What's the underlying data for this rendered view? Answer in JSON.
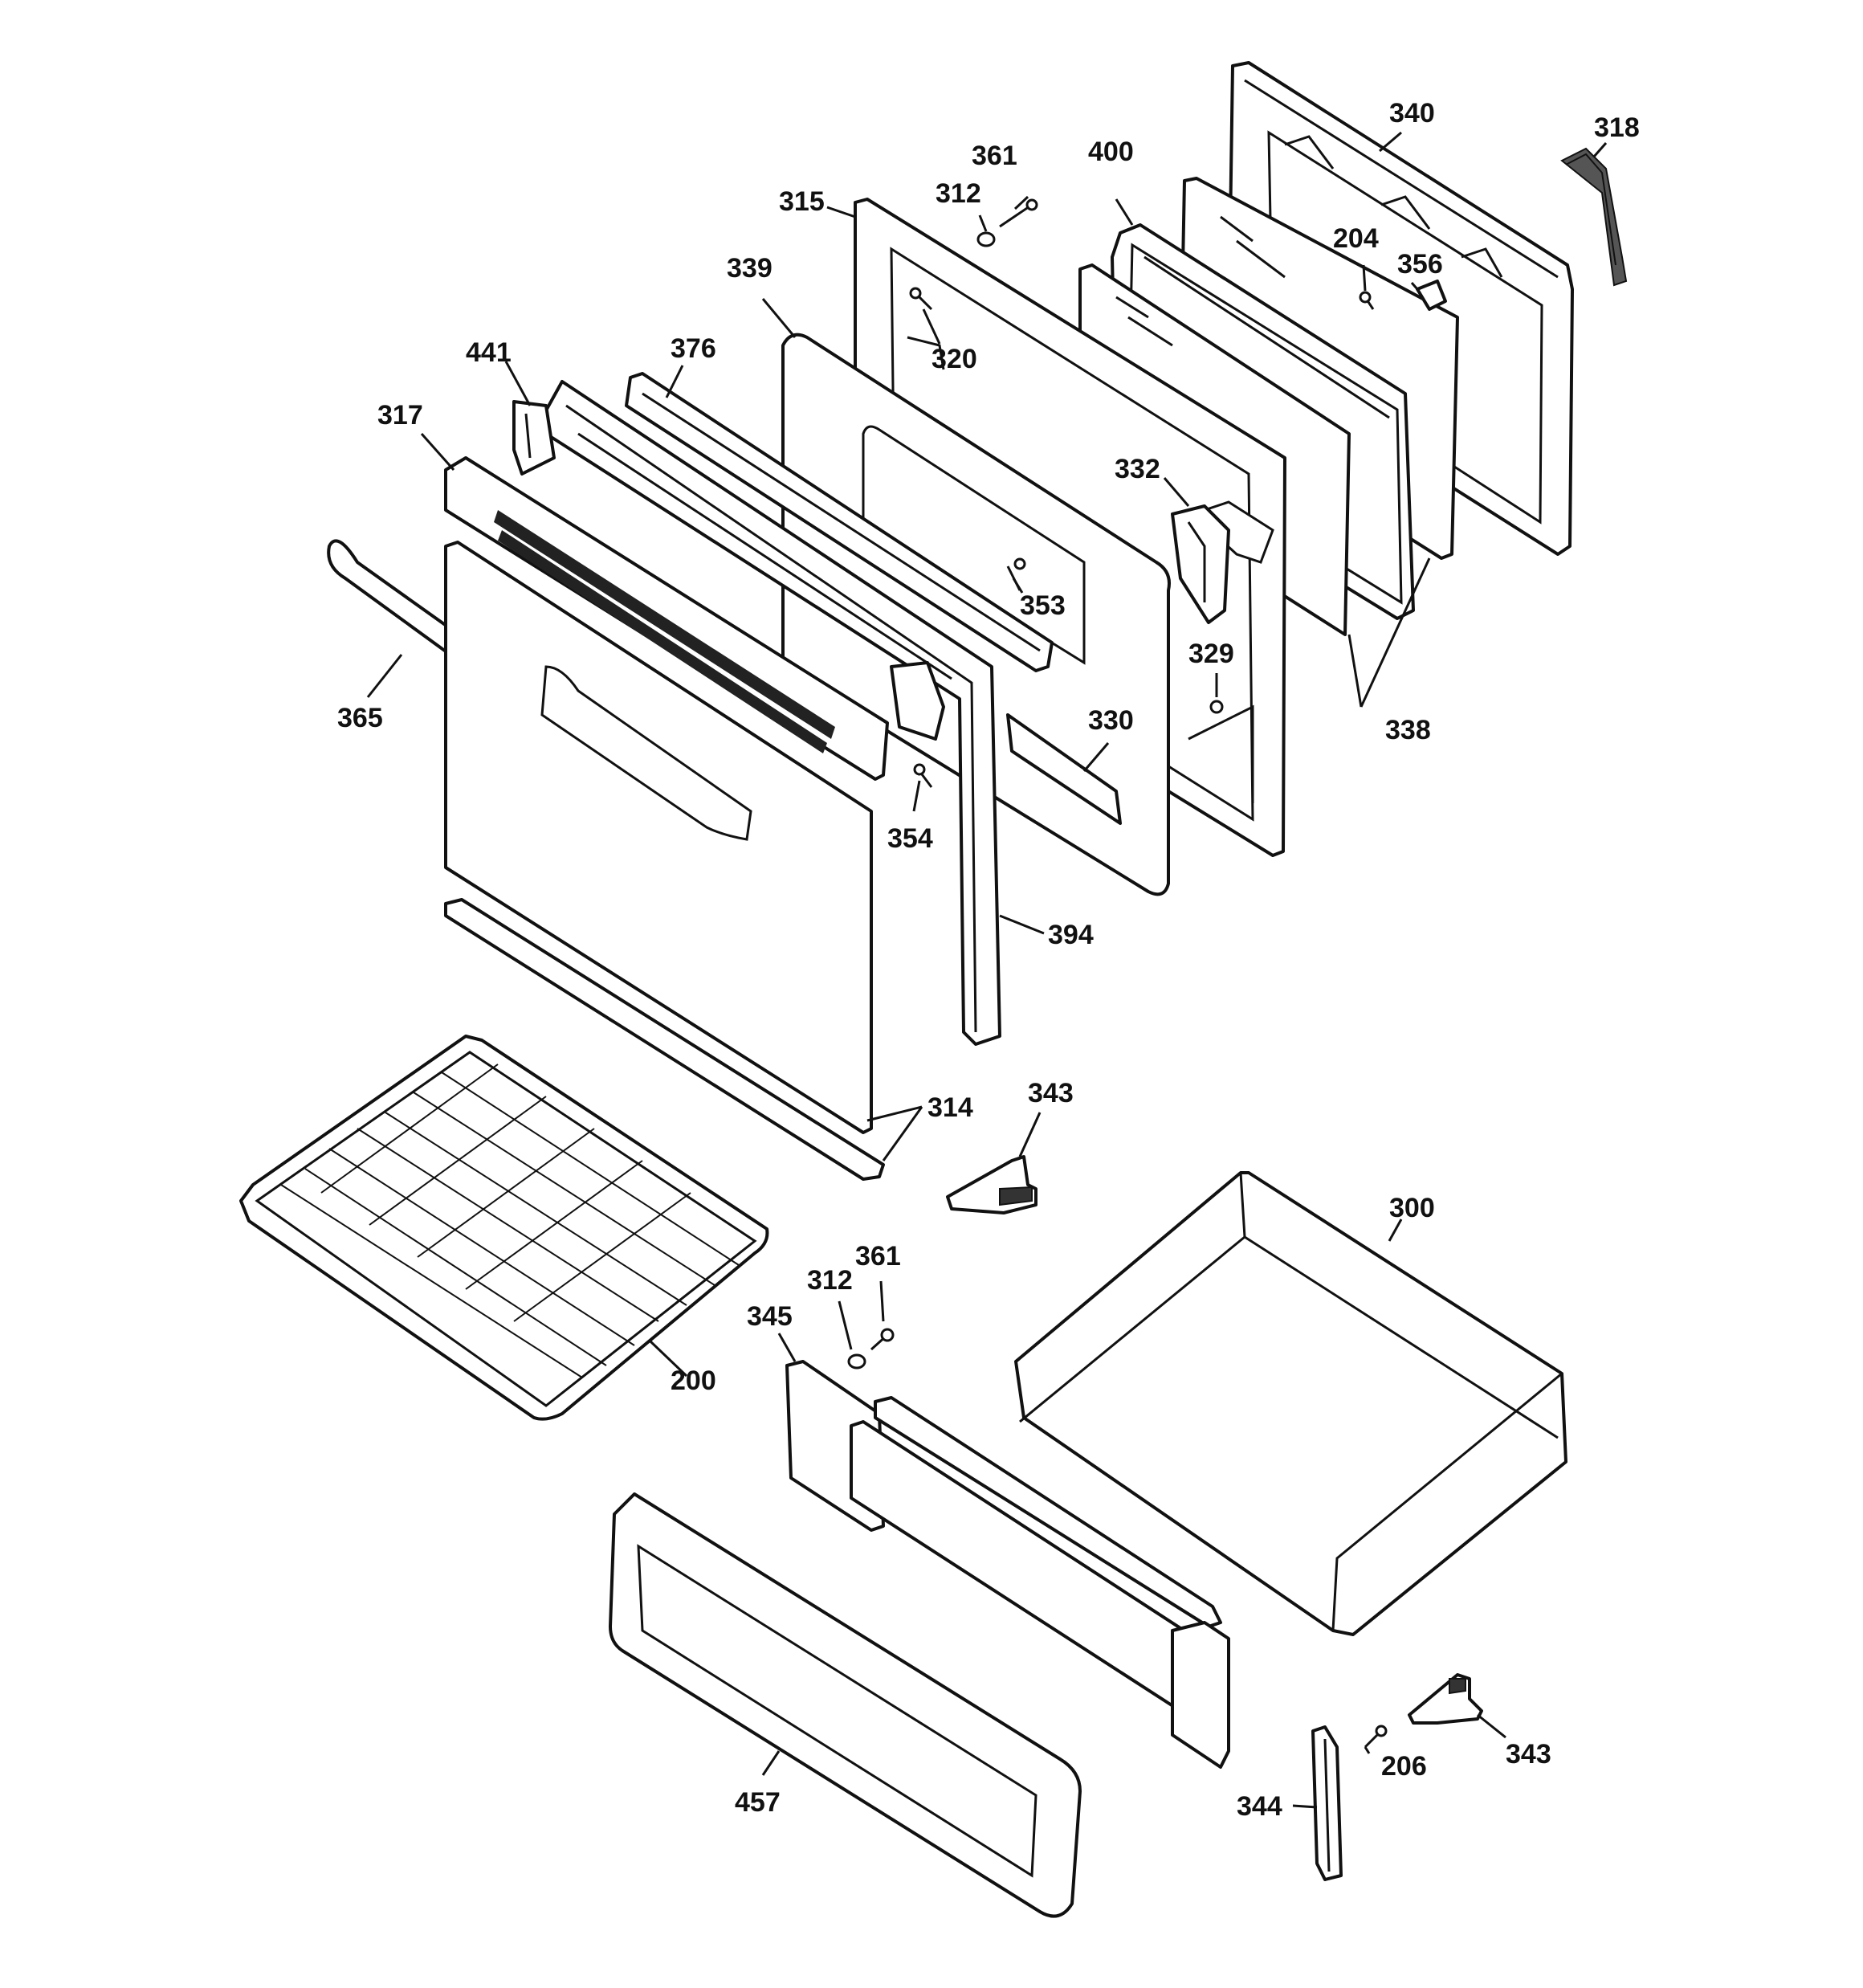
{
  "diagram": {
    "callouts": {
      "c340": "340",
      "c318": "318",
      "c400": "400",
      "c361a": "361",
      "c312a": "312",
      "c315": "315",
      "c204": "204",
      "c356": "356",
      "c339": "339",
      "c320": "320",
      "c376": "376",
      "c441": "441",
      "c317": "317",
      "c332": "332",
      "c353": "353",
      "c329": "329",
      "c365": "365",
      "c330": "330",
      "c338": "338",
      "c354": "354",
      "c394": "394",
      "c343a": "343",
      "c314": "314",
      "c300": "300",
      "c361b": "361",
      "c312b": "312",
      "c345": "345",
      "c200": "200",
      "c343b": "343",
      "c206": "206",
      "c344": "344",
      "c457": "457"
    },
    "colors": {
      "line": "#111111",
      "background": "#ffffff"
    }
  }
}
